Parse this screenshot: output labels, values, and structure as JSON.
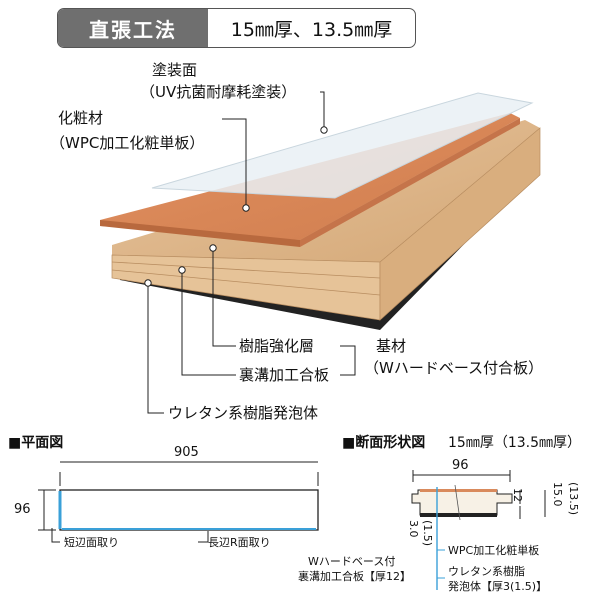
{
  "header": {
    "method": "直張工法",
    "thickness": "15㎜厚、13.5㎜厚"
  },
  "layers": {
    "coating_title": "塗装面",
    "coating_sub": "（UV抗菌耐摩耗塗装）",
    "veneer_title": "化粧材",
    "veneer_sub": "（WPC加工化粧単板）",
    "resin_layer": "樹脂強化層",
    "grooved_ply": "裏溝加工合板",
    "urethan": "ウレタン系樹脂発泡体",
    "base_title": "基材",
    "base_sub": "（Wハードベース付合板）"
  },
  "plan_view": {
    "title": "■平面図",
    "length": "905",
    "width": "96",
    "short_edge": "短辺面取り",
    "long_edge": "長辺R面取り"
  },
  "section_view": {
    "title": "■断面形状図",
    "thickness_label": "15㎜厚（13.5㎜厚）",
    "width": "96",
    "dim_12": "12",
    "dim_15": "15.0",
    "dim_135": "(13.5)",
    "dim_30": "3.0",
    "dim_15b": "(1.5)",
    "base_line1": "Wハードベース付",
    "base_line2": "裏溝加工合板【厚12】",
    "wpc": "WPC加工化粧単板",
    "foam_line1": "ウレタン系樹脂",
    "foam_line2": "発泡体【厚3(1.5)】"
  },
  "colors": {
    "veneer": "#d98a5c",
    "plywood": "#d9b48a",
    "foam": "#222222",
    "accent_blue": "#3aa0d8"
  }
}
